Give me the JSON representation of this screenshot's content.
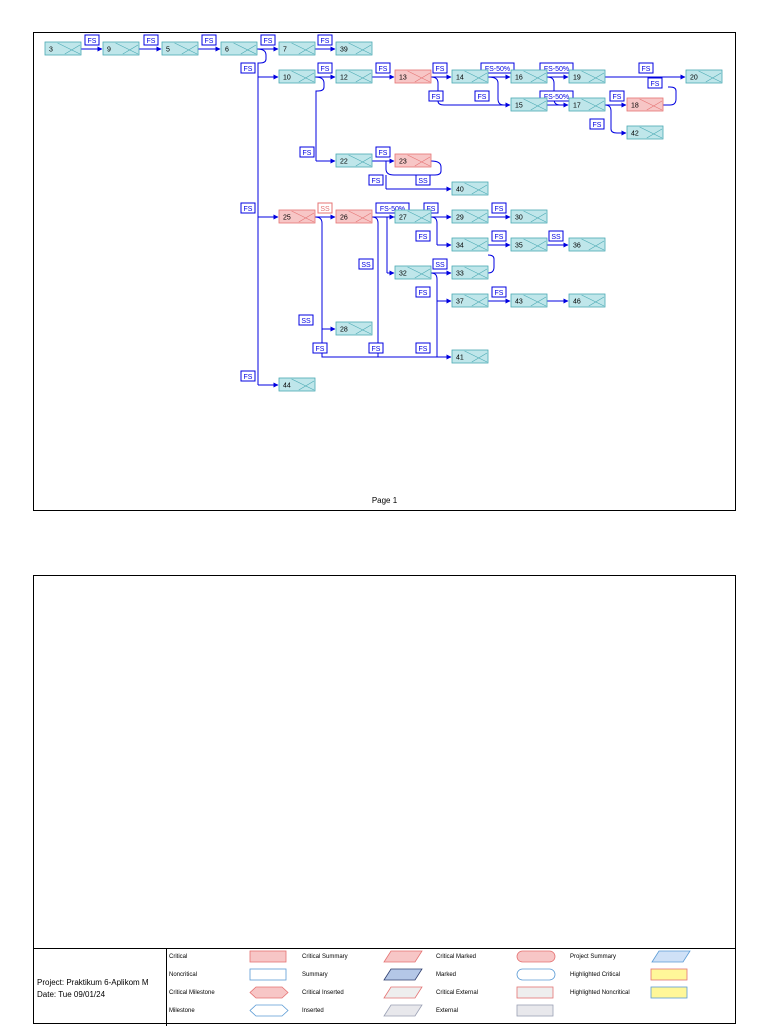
{
  "page1": {
    "label": "Page 1"
  },
  "tasks": [
    {
      "id": "3",
      "critical": false
    },
    {
      "id": "9",
      "critical": false
    },
    {
      "id": "5",
      "critical": false
    },
    {
      "id": "6",
      "critical": false
    },
    {
      "id": "7",
      "critical": false
    },
    {
      "id": "39",
      "critical": false
    },
    {
      "id": "10",
      "critical": false
    },
    {
      "id": "12",
      "critical": false
    },
    {
      "id": "13",
      "critical": true
    },
    {
      "id": "14",
      "critical": false
    },
    {
      "id": "16",
      "critical": false
    },
    {
      "id": "19",
      "critical": false
    },
    {
      "id": "20",
      "critical": false
    },
    {
      "id": "15",
      "critical": false
    },
    {
      "id": "17",
      "critical": false
    },
    {
      "id": "18",
      "critical": true
    },
    {
      "id": "42",
      "critical": false
    },
    {
      "id": "22",
      "critical": false
    },
    {
      "id": "23",
      "critical": true
    },
    {
      "id": "40",
      "critical": false
    },
    {
      "id": "25",
      "critical": true
    },
    {
      "id": "26",
      "critical": true
    },
    {
      "id": "27",
      "critical": false
    },
    {
      "id": "29",
      "critical": false
    },
    {
      "id": "30",
      "critical": false
    },
    {
      "id": "34",
      "critical": false
    },
    {
      "id": "35",
      "critical": false
    },
    {
      "id": "36",
      "critical": false
    },
    {
      "id": "32",
      "critical": false
    },
    {
      "id": "33",
      "critical": false
    },
    {
      "id": "37",
      "critical": false
    },
    {
      "id": "43",
      "critical": false
    },
    {
      "id": "46",
      "critical": false
    },
    {
      "id": "28",
      "critical": false
    },
    {
      "id": "41",
      "critical": false
    },
    {
      "id": "44",
      "critical": false
    }
  ],
  "dependency_labels": [
    {
      "id": "d1",
      "text": "FS"
    },
    {
      "id": "d2",
      "text": "FS"
    },
    {
      "id": "d3",
      "text": "FS"
    },
    {
      "id": "d4",
      "text": "FS"
    },
    {
      "id": "d5",
      "text": "FS"
    },
    {
      "id": "d6",
      "text": "FS"
    },
    {
      "id": "d7",
      "text": "FS"
    },
    {
      "id": "d8",
      "text": "FS"
    },
    {
      "id": "d9",
      "text": "FS"
    },
    {
      "id": "d10",
      "text": "FS-50%"
    },
    {
      "id": "d11",
      "text": "FS-50%"
    },
    {
      "id": "d12",
      "text": "FS"
    },
    {
      "id": "d13",
      "text": "FS"
    },
    {
      "id": "d14",
      "text": "FS"
    },
    {
      "id": "d15",
      "text": "FS-50%"
    },
    {
      "id": "d16",
      "text": "FS"
    },
    {
      "id": "d17",
      "text": "FS"
    },
    {
      "id": "d18",
      "text": "FS"
    },
    {
      "id": "d19",
      "text": "FS"
    },
    {
      "id": "d20",
      "text": "FS"
    },
    {
      "id": "d21",
      "text": "FS"
    },
    {
      "id": "d22",
      "text": "SS"
    },
    {
      "id": "d23",
      "text": "FS"
    },
    {
      "id": "d24",
      "text": "SS"
    },
    {
      "id": "d25",
      "text": "FS-50%"
    },
    {
      "id": "d26",
      "text": "FS"
    },
    {
      "id": "d27",
      "text": "FS"
    },
    {
      "id": "d28",
      "text": "FS"
    },
    {
      "id": "d29",
      "text": "SS"
    },
    {
      "id": "d30",
      "text": "FS"
    },
    {
      "id": "d31",
      "text": "SS"
    },
    {
      "id": "d32",
      "text": "SS"
    },
    {
      "id": "d33",
      "text": "FS"
    },
    {
      "id": "d34",
      "text": "FS"
    },
    {
      "id": "d35",
      "text": "SS"
    },
    {
      "id": "d36",
      "text": "FS"
    },
    {
      "id": "d37",
      "text": "FS"
    },
    {
      "id": "d38",
      "text": "FS"
    },
    {
      "id": "d39",
      "text": "FS"
    }
  ],
  "project_info": {
    "project": "Project: Praktikum 6-Aplikom M",
    "date": "Date: Tue 09/01/24"
  },
  "legend": [
    {
      "label": "Critical",
      "symbol": "rect",
      "fill": "#f7c6c6",
      "stroke": "#e57373"
    },
    {
      "label": "Noncritical",
      "symbol": "rect",
      "fill": "#ffffff",
      "stroke": "#5b9bd5"
    },
    {
      "label": "Critical Milestone",
      "symbol": "hex",
      "fill": "#f7c6c6",
      "stroke": "#e57373"
    },
    {
      "label": "Milestone",
      "symbol": "hex",
      "fill": "#ffffff",
      "stroke": "#5b9bd5"
    },
    {
      "label": "Critical Summary",
      "symbol": "para",
      "fill": "#f7c6c6",
      "stroke": "#e57373"
    },
    {
      "label": "Summary",
      "symbol": "para",
      "fill": "#b4c7e7",
      "stroke": "#2f3f6f"
    },
    {
      "label": "Critical Inserted",
      "symbol": "para",
      "fill": "#eeeeee",
      "stroke": "#e57373"
    },
    {
      "label": "Inserted",
      "symbol": "para",
      "fill": "#e8e8ec",
      "stroke": "#9aa0b4"
    },
    {
      "label": "Critical Marked",
      "symbol": "round",
      "fill": "#f7c6c6",
      "stroke": "#e57373"
    },
    {
      "label": "Marked",
      "symbol": "round",
      "fill": "#ffffff",
      "stroke": "#5b9bd5"
    },
    {
      "label": "Critical External",
      "symbol": "rect",
      "fill": "#eeeeee",
      "stroke": "#e57373"
    },
    {
      "label": "External",
      "symbol": "rect",
      "fill": "#e8e8ec",
      "stroke": "#9aa0b4"
    },
    {
      "label": "Project Summary",
      "symbol": "para",
      "fill": "#cfe1f7",
      "stroke": "#5b9bd5"
    },
    {
      "label": "Highlighted Critical",
      "symbol": "rect",
      "fill": "#fff799",
      "stroke": "#e57373"
    },
    {
      "label": "Highlighted Noncritical",
      "symbol": "rect",
      "fill": "#fff799",
      "stroke": "#5b9bd5"
    }
  ],
  "colors": {
    "link": "#0000e0",
    "normal_fill": "#bfe6ea",
    "normal_stroke": "#4aa9b3",
    "critical_fill": "#f7c6c6",
    "critical_stroke": "#e57373"
  }
}
